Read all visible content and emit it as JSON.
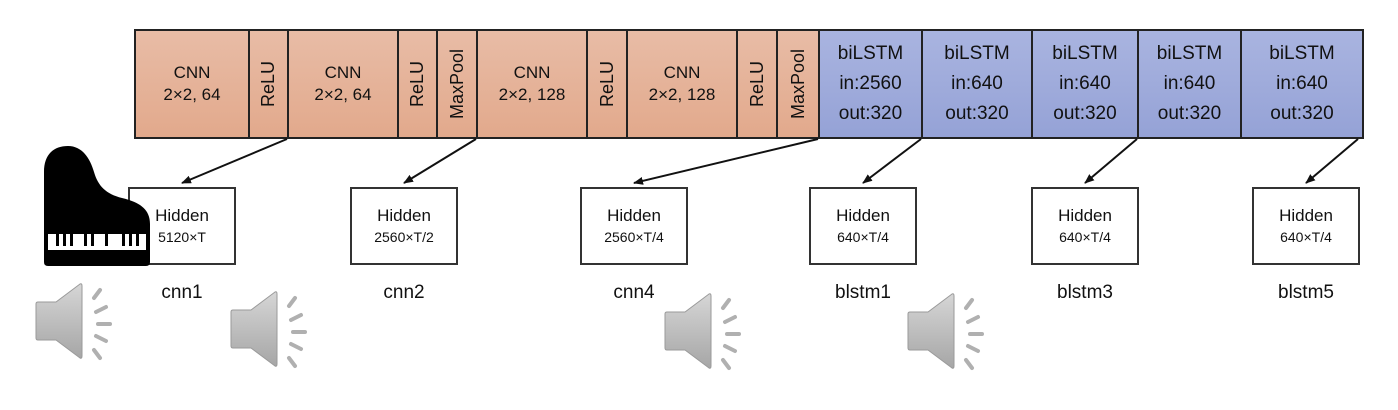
{
  "diagram": {
    "layers": [
      {
        "type": "cnn",
        "label": "CNN\n2×2, 64",
        "orientation": "horizontal"
      },
      {
        "type": "cnn",
        "label": "ReLU",
        "orientation": "vertical"
      },
      {
        "type": "cnn",
        "label": "CNN\n2×2, 64",
        "orientation": "horizontal"
      },
      {
        "type": "cnn",
        "label": "ReLU",
        "orientation": "vertical"
      },
      {
        "type": "cnn",
        "label": "MaxPool",
        "orientation": "vertical"
      },
      {
        "type": "cnn",
        "label": "CNN\n2×2, 128",
        "orientation": "horizontal"
      },
      {
        "type": "cnn",
        "label": "ReLU",
        "orientation": "vertical"
      },
      {
        "type": "cnn",
        "label": "CNN\n2×2, 128",
        "orientation": "horizontal"
      },
      {
        "type": "cnn",
        "label": "ReLU",
        "orientation": "vertical"
      },
      {
        "type": "cnn",
        "label": "MaxPool",
        "orientation": "vertical"
      },
      {
        "type": "lstm",
        "label": "biLSTM\nin:2560\nout:320",
        "orientation": "horizontal"
      },
      {
        "type": "lstm",
        "label": "biLSTM\nin:640\nout:320",
        "orientation": "horizontal"
      },
      {
        "type": "lstm",
        "label": "biLSTM\nin:640\nout:320",
        "orientation": "horizontal"
      },
      {
        "type": "lstm",
        "label": "biLSTM\nin:640\nout:320",
        "orientation": "horizontal"
      },
      {
        "type": "lstm",
        "label": "biLSTM\nin:640\nout:320",
        "orientation": "horizontal"
      }
    ],
    "hidden_nodes": [
      {
        "title": "Hidden",
        "shape": "5120×T",
        "name": "cnn1",
        "source_layer": 1
      },
      {
        "title": "Hidden",
        "shape": "2560×T/2",
        "name": "cnn2",
        "source_layer": 4
      },
      {
        "title": "Hidden",
        "shape": "2560×T/4",
        "name": "cnn4",
        "source_layer": 9
      },
      {
        "title": "Hidden",
        "shape": "640×T/4",
        "name": "blstm1",
        "source_layer": 10
      },
      {
        "title": "Hidden",
        "shape": "640×T/4",
        "name": "blstm3",
        "source_layer": 12
      },
      {
        "title": "Hidden",
        "shape": "640×T/4",
        "name": "blstm5",
        "source_layer": 14
      }
    ],
    "icons": {
      "piano": "grand-piano-icon",
      "speakers": [
        "speaker-icon",
        "speaker-icon",
        "speaker-icon",
        "speaker-icon"
      ]
    },
    "colors": {
      "cnn_fill": "#E6B29A",
      "lstm_fill": "#9DA9DA",
      "border": "#222222",
      "speaker": "#B8B8B8",
      "piano": "#000000"
    }
  }
}
